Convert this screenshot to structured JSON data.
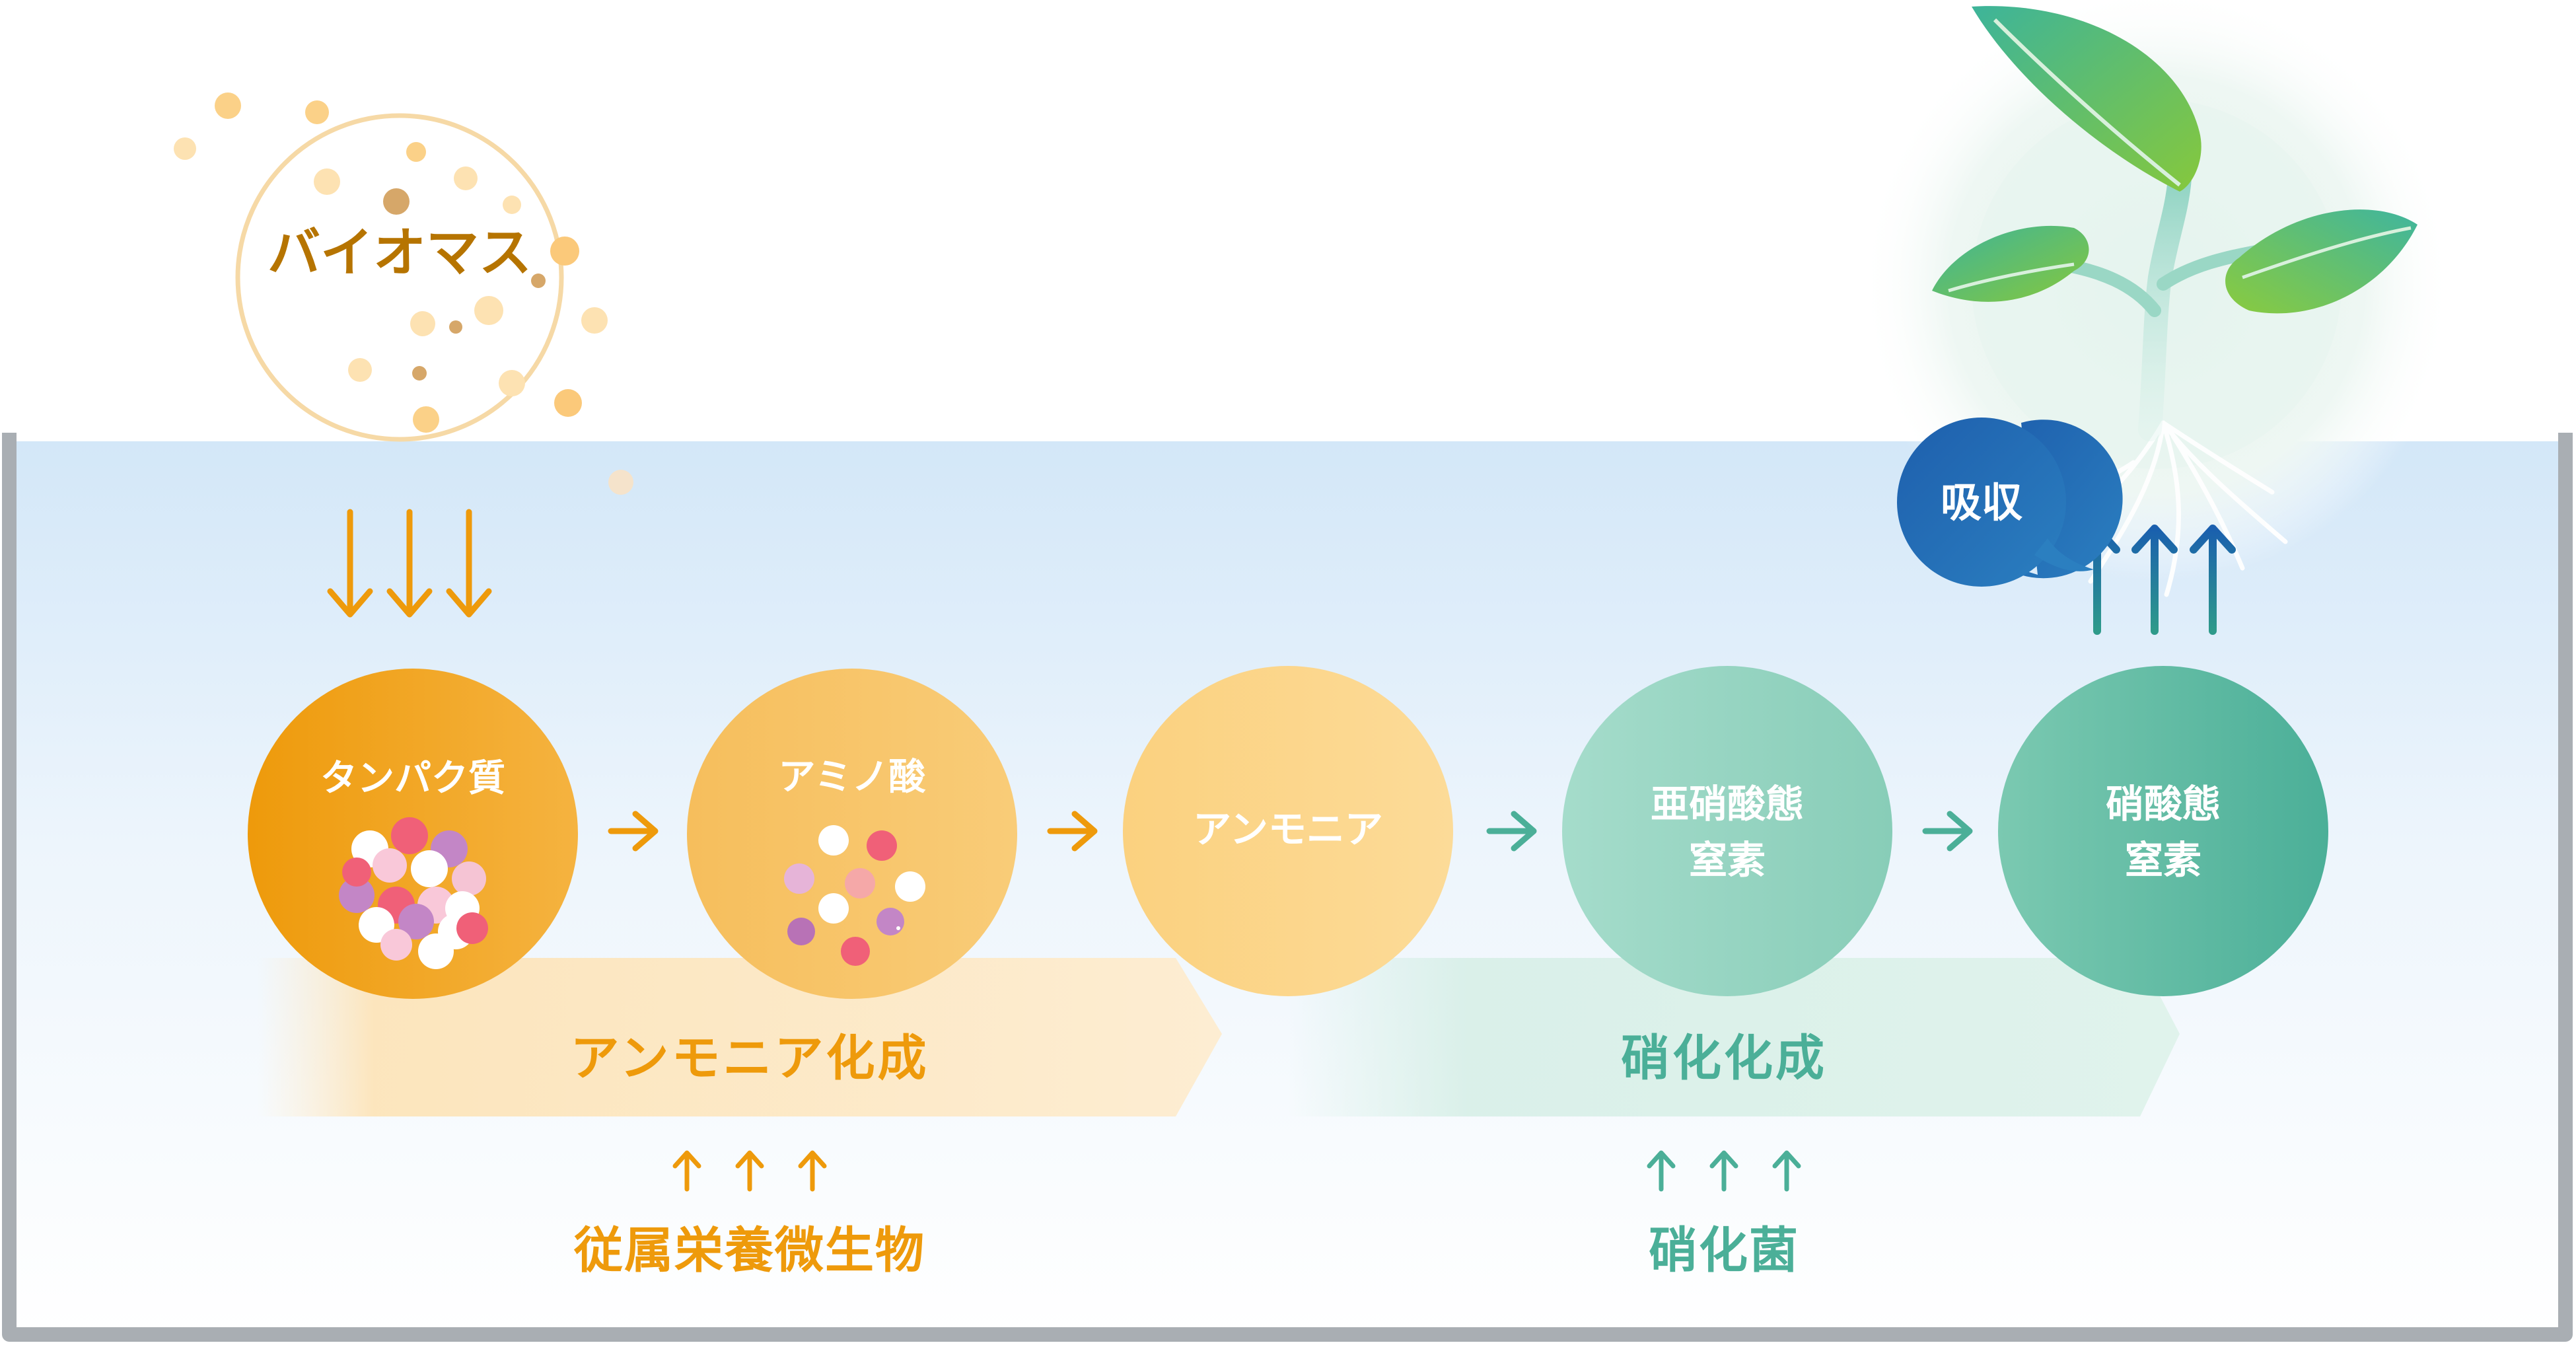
{
  "biomass": {
    "label": "バイオマス"
  },
  "nodes": [
    {
      "id": "protein",
      "lines": [
        "タンパク質"
      ]
    },
    {
      "id": "amino-acid",
      "lines": [
        "アミノ酸"
      ]
    },
    {
      "id": "ammonia",
      "lines": [
        "アンモニア"
      ]
    },
    {
      "id": "nitrite",
      "lines": [
        "亜硝酸態",
        "窒素"
      ]
    },
    {
      "id": "nitrate",
      "lines": [
        "硝酸態",
        "窒素"
      ]
    }
  ],
  "processes": [
    {
      "id": "ammonification",
      "label": "アンモニア化成",
      "organism": "従属栄養微生物"
    },
    {
      "id": "nitrification",
      "label": "硝化化成",
      "organism": "硝化菌"
    }
  ],
  "absorption": {
    "label": "吸収"
  },
  "colors": {
    "orange": "#EE9A0B",
    "teal": "#4BAF98",
    "blue": "#1A5FAE",
    "water_top": "#D6E9F8",
    "tank_wall": "#A9AEB3"
  }
}
